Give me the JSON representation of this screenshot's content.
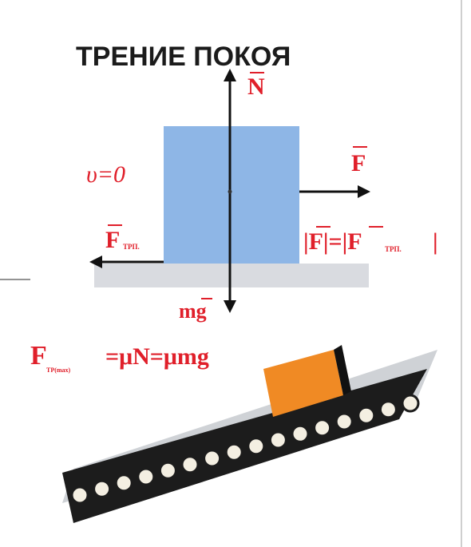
{
  "title": "ТРЕНИЕ ПОКОЯ",
  "labels": {
    "normal_force": "N",
    "gravity": "mg",
    "applied_force": "F",
    "friction_force": "F",
    "friction_subscript": "ТРП.",
    "velocity": "υ=0",
    "equality_left": "|F|=|F",
    "equality_subscript": "ТРП.",
    "equality_right": "|",
    "max_friction_main": "F",
    "max_friction_subscript": "ТР(max)",
    "max_friction_formula": "=μN=μmg"
  },
  "colors": {
    "block": "#8eb6e6",
    "label_red": "#e01f2a",
    "surface": "#d9dbe0",
    "box_orange": "#f08a24",
    "belt_dark": "#1c1c1c",
    "belt_top": "#cfd2d6",
    "roller_fill": "#f4efe2"
  },
  "icons": {
    "normal_arrow": "arrow-up-icon",
    "gravity_arrow": "arrow-down-icon",
    "applied_arrow": "arrow-right-icon",
    "friction_arrow": "arrow-left-icon"
  }
}
